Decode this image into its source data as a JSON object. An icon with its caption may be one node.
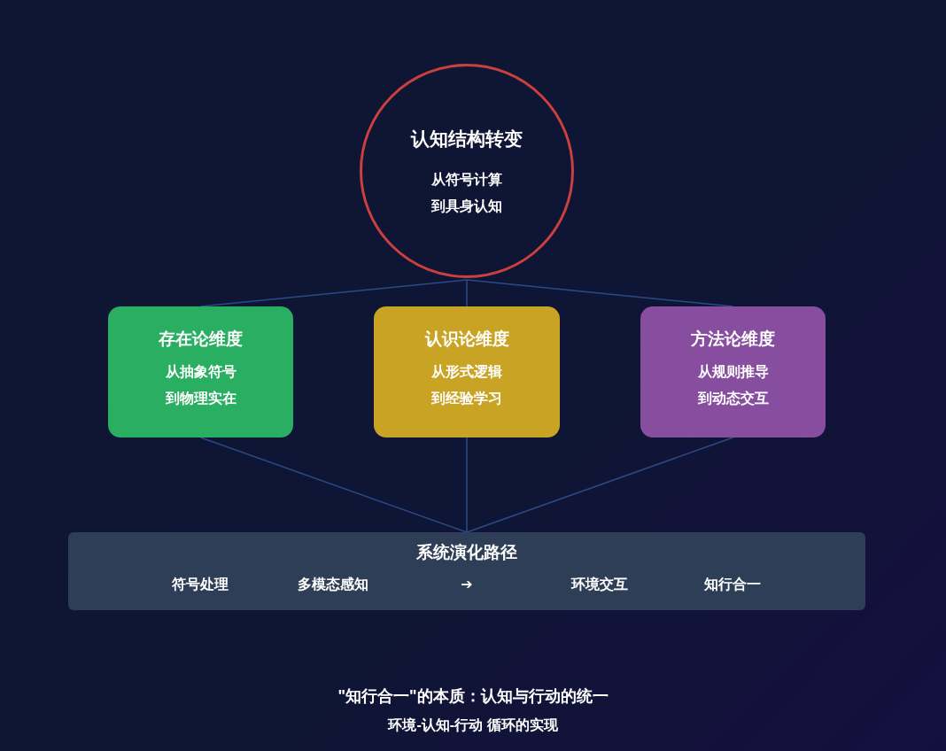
{
  "diagram": {
    "nodes": [
      {
        "text": [
          "认知结构转变",
          "从符号计算到具身认知"
        ]
      },
      {
        "text": [
          "存在论维度",
          "从抽象符号到物理实在"
        ]
      },
      {
        "text": [
          "认识论维度",
          "从形式逻辑到经验学习"
        ]
      },
      {
        "text": [
          "方法论维度",
          "从规则推导到动态交互"
        ]
      },
      {
        "text": [
          "系统演化路径",
          "符号处理",
          "多模态感知",
          "➔",
          "环境交互",
          "知行合一"
        ]
      }
    ],
    "edges": [
      {
        "from": 0,
        "to": 1,
        "arrow": "none"
      },
      {
        "from": 0,
        "to": 2,
        "arrow": "none"
      },
      {
        "from": 0,
        "to": 3,
        "arrow": "none"
      },
      {
        "from": 1,
        "to": 4,
        "arrow": "none"
      },
      {
        "from": 2,
        "to": 4,
        "arrow": "none"
      },
      {
        "from": 3,
        "to": 4,
        "arrow": "none"
      }
    ],
    "labels": [
      "\"知行合一\"的本质：认知与行动的统一",
      "环境-认知-行动 循环的实现"
    ]
  }
}
